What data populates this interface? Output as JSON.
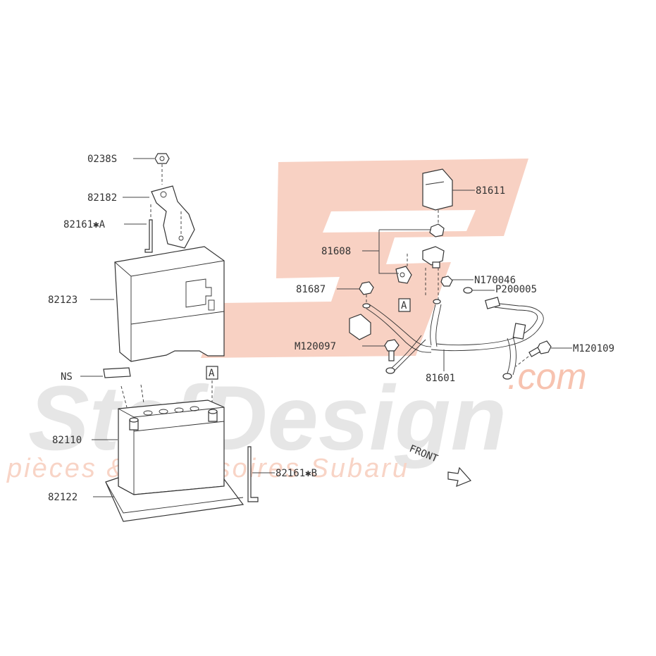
{
  "watermark": {
    "brand": "StefDesign",
    "domain": ".com",
    "tagline": "pièces & accessoires Subaru",
    "logo_color": "#f7c9b8",
    "brand_color": "#e2e2e2"
  },
  "labels": {
    "p0238s": "0238S",
    "p82182": "82182",
    "p82161a": "82161✱A",
    "p82123": "82123",
    "ns": "NS",
    "ref_a_left": "A",
    "p82110": "82110",
    "p82122": "82122",
    "p82161b": "82161✱B",
    "p81611": "81611",
    "p81608": "81608",
    "p81687": "81687",
    "ref_a_right": "A",
    "n170046": "N170046",
    "p200005": "P200005",
    "m120097": "M120097",
    "m120109": "M120109",
    "p81601": "81601",
    "front": "FRONT"
  }
}
